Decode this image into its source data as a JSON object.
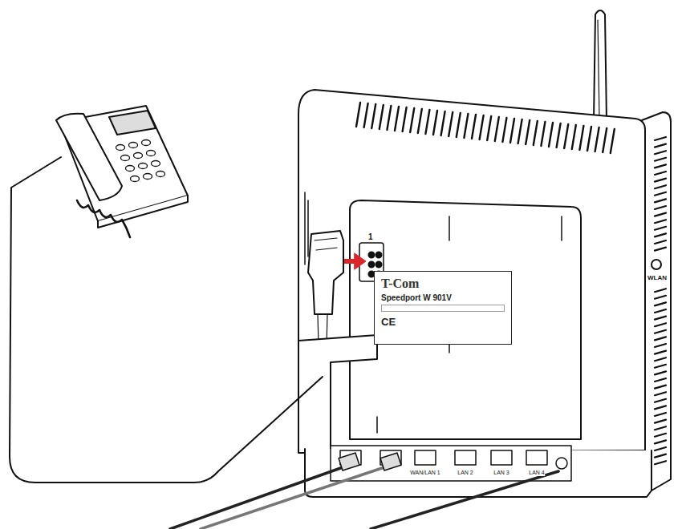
{
  "diagram": {
    "nodes": [
      {
        "text": [
          "T-Com",
          "Speedport W 901V",
          "CE"
        ]
      }
    ],
    "labels": [
      "1",
      "WLAN",
      "WAN/LAN 1",
      "LAN 2",
      "LAN 3",
      "LAN 4"
    ]
  }
}
